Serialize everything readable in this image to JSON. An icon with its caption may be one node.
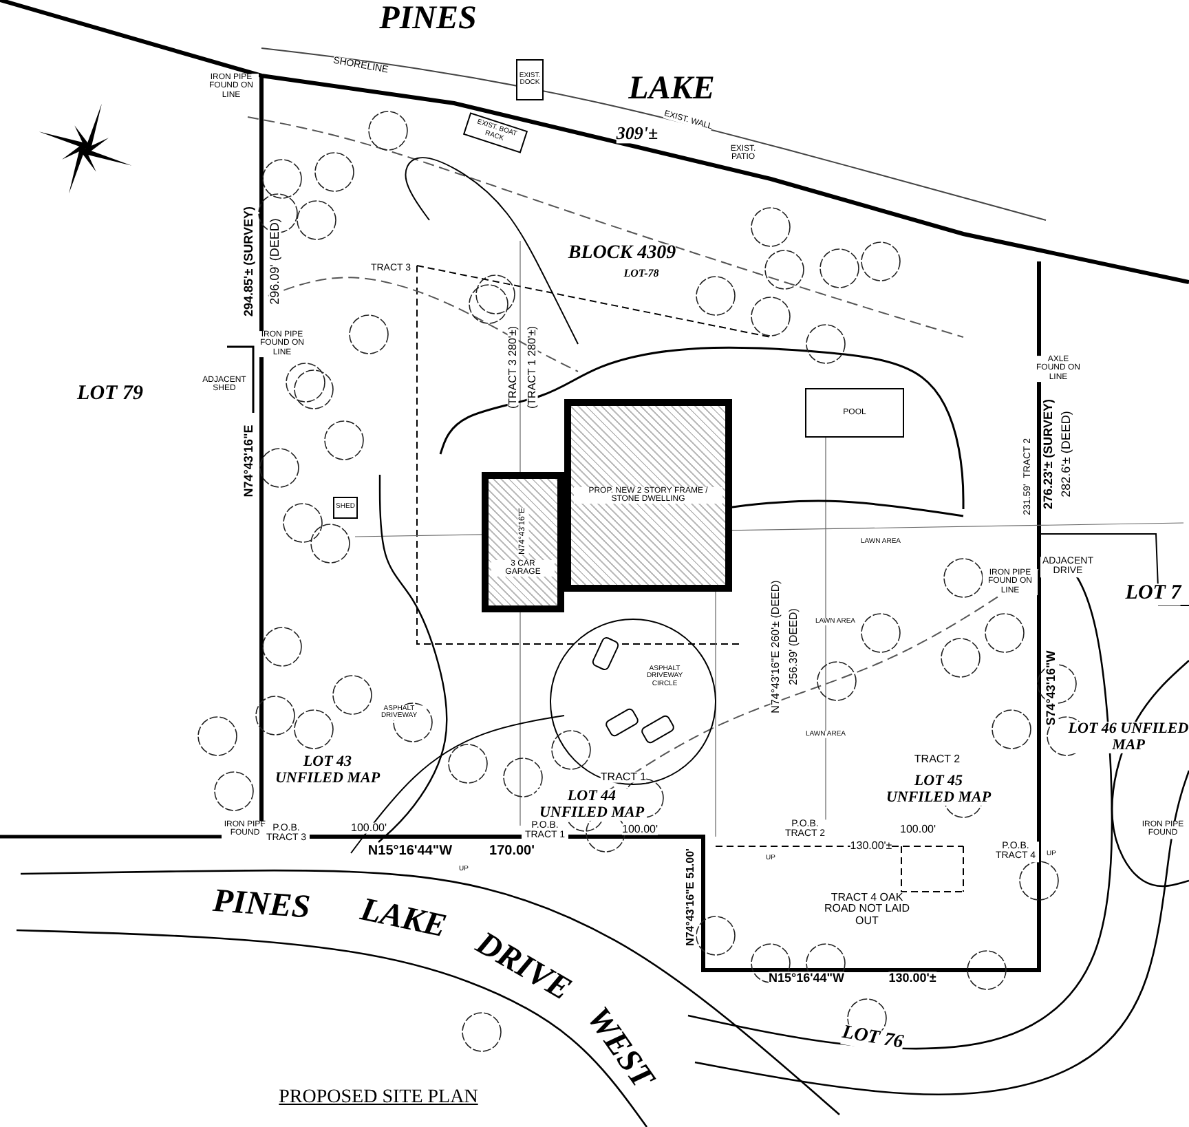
{
  "diagram": {
    "title": "PROPOSED SITE PLAN",
    "nodes": [
      {
        "text": [
          "EXIST. DOCK"
        ]
      },
      {
        "text": [
          "EXIST. BOAT RACK"
        ]
      },
      {
        "text": [
          "SHED"
        ]
      },
      {
        "text": [
          "N74°43'16\"E",
          "3 CAR GARAGE"
        ]
      },
      {
        "text": [
          "PROP. NEW 2 STORY FRAME / STONE DWELLING"
        ]
      },
      {
        "text": [
          "POOL"
        ]
      }
    ],
    "labels": [
      "PINES",
      "LAKE",
      "SHORELINE",
      "EXIST. WALL",
      "EXIST. PATIO",
      "309'±",
      "IRON PIPE FOUND ON LINE",
      "294.85'± (SURVEY)",
      "296.09' (DEED)",
      "TRACT 3",
      "BLOCK 4309",
      "LOT-78",
      "LOT 79",
      "IRON PIPE FOUND ON LINE",
      "ADJACENT SHED",
      "(TRACT 3 280'±)",
      "(TRACT 1 280'±)",
      "N74°43'16\"E",
      "AXLE FOUND ON LINE",
      "TRACT 2",
      "276.23'± (SURVEY)",
      "282.6'± (DEED)",
      "231.59'",
      "ADJACENT DRIVE",
      "LOT 7",
      "IRON PIPE FOUND ON LINE",
      "LAWN AREA",
      "N74°43'16\"E 260'± (DEED)",
      "256.39' (DEED)",
      "LAWN AREA",
      "S74°43'16\"W",
      "ASPHALT DRIVEWAY CIRCLE",
      "ASPHALT DRIVEWAY",
      "LAWN AREA",
      "LOT 46 UNFILED MAP",
      "TRACT 2",
      "LOT 45 UNFILED MAP",
      "TRACT 1",
      "LOT 44 UNFILED MAP",
      "LOT 43 UNFILED MAP",
      "IRON PIPE FOUND",
      "P.O.B. TRACT 3",
      "100.00'",
      "P.O.B. TRACT 1",
      "100.00'",
      "P.O.B. TRACT 2",
      "100.00'",
      "IRON PIPE FOUND",
      "N15°16'44\"W",
      "170.00'",
      "130.00'±",
      "P.O.B. TRACT 4",
      "UP",
      "UP",
      "UP",
      "PINES",
      "LAKE",
      "N74°43'16\"E 51.00'",
      "TRACT 4 OAK ROAD NOT LAID OUT",
      "DRIVE",
      "N15°16'44\"W",
      "130.00'±",
      "WEST",
      "LOT 76"
    ]
  }
}
